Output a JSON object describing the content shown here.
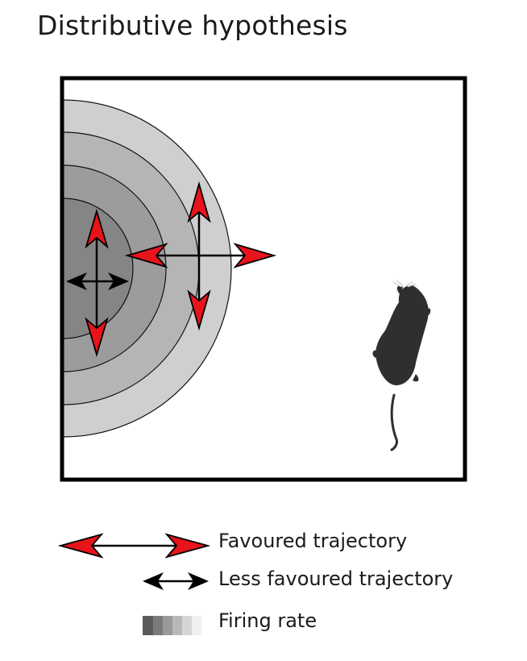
{
  "title": "Distributive hypothesis",
  "legend": {
    "favoured": "Favoured trajectory",
    "less_favoured": "Less favoured trajectory",
    "firing_rate": "Firing rate"
  },
  "colors": {
    "favoured_arrowhead": "#e8141b",
    "field_rings": [
      "#cfcfcf",
      "#b5b5b5",
      "#9c9c9c",
      "#858585"
    ],
    "firing_scale": [
      "#5a5a5a",
      "#7a7a7a",
      "#9a9a9a",
      "#b8b8b8",
      "#d6d6d6",
      "#f0f0f0"
    ],
    "mouse": "#2f2f2f"
  }
}
